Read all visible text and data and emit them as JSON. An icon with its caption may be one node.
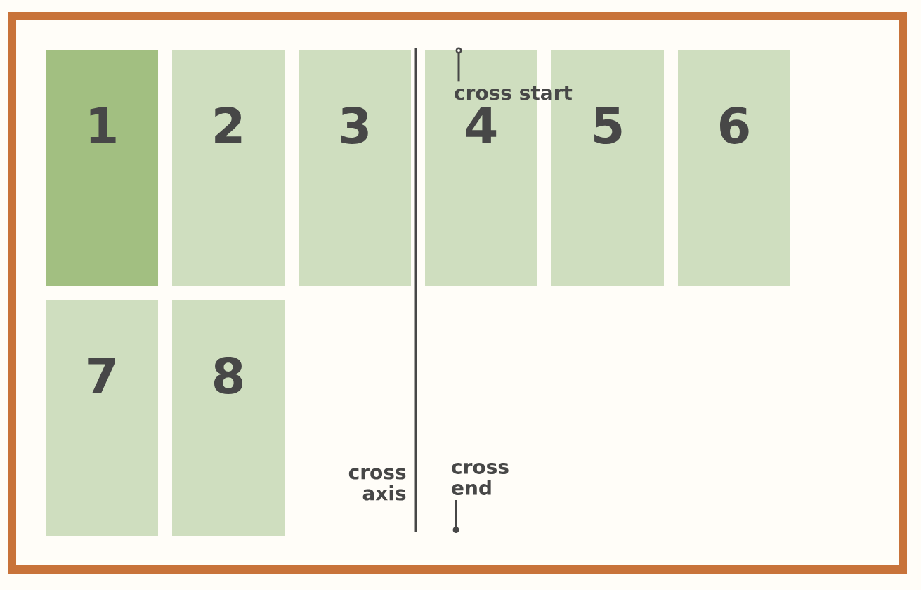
{
  "diagram": {
    "nodes": [
      {
        "text": [],
        "shape": "box"
      },
      {
        "text": [
          "1"
        ],
        "in": 0
      },
      {
        "text": [
          "2"
        ],
        "in": 0
      },
      {
        "text": [
          "3"
        ],
        "in": 0
      },
      {
        "text": [
          "4"
        ],
        "in": 0
      },
      {
        "text": [
          "5"
        ],
        "in": 0
      },
      {
        "text": [
          "6"
        ],
        "in": 0
      },
      {
        "text": [
          "7"
        ],
        "in": 0
      },
      {
        "text": [
          "8"
        ],
        "in": 0
      },
      {
        "text": [
          "cross start"
        ],
        "in": 0
      },
      {
        "text": [
          "cross end"
        ],
        "in": 0
      },
      {
        "text": [],
        "shape": "circle",
        "in": 4
      },
      {
        "text": [],
        "shape": "circle",
        "in": 0
      }
    ],
    "edges": [
      {
        "from": 9,
        "to": 11,
        "arrow": "none"
      },
      {
        "from": 10,
        "to": 12,
        "arrow": "none"
      }
    ],
    "labels": [
      "cross axis"
    ]
  }
}
